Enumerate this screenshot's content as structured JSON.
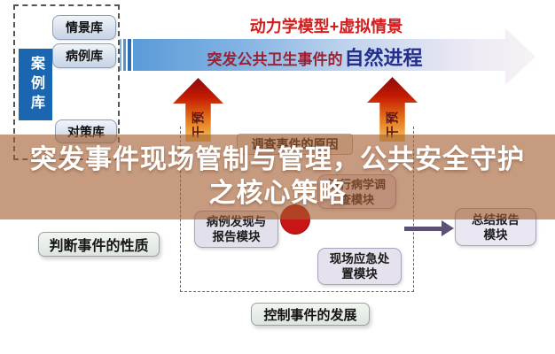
{
  "overlay": {
    "line1": "突发事件现场管制与管理，公共安全守护",
    "line2": "之核心策略",
    "bg_color": "#A45D31",
    "text_color": "#FFFFFF"
  },
  "case_library": {
    "vertical_label": "案例库",
    "items": [
      {
        "label": "情景库"
      },
      {
        "label": "病例库"
      },
      {
        "label": "对策库"
      }
    ]
  },
  "timeline": {
    "model_label": "动力学模型+虚拟情景",
    "progress_prefix": "突发公共卫生事件的",
    "progress_highlight": "自然进程",
    "colors": {
      "model_text": "#D41C1C",
      "prefix_text": "#9A2134",
      "highlight_text": "#232F8B",
      "arrow_gradient_start": "#5B9BD8",
      "arrow_gradient_end": "#F7F2F6"
    }
  },
  "interventions": {
    "left_label": "干预",
    "right_label": "干预",
    "arrow_gradient_top": "#8F0A0A",
    "arrow_gradient_bottom": "#F2B852"
  },
  "stages": {
    "investigate": "调查事件的原因",
    "judge": "判断事件的性质",
    "control": "控制事件的发展"
  },
  "modules": {
    "case_report": {
      "line1": "病例发现与",
      "line2": "报告模块"
    },
    "epidemiology": {
      "line1": "流行病学调",
      "line2": "查模块"
    },
    "onsite": {
      "line1": "现场应急处",
      "line2": "置模块"
    },
    "summary": {
      "line1": "总结报告",
      "line2": "模块"
    }
  },
  "icons": {
    "red_ring_color": "#C81616",
    "flow_arrow_color": "#5A5175",
    "case_library_box_color": "#1A66B0"
  }
}
